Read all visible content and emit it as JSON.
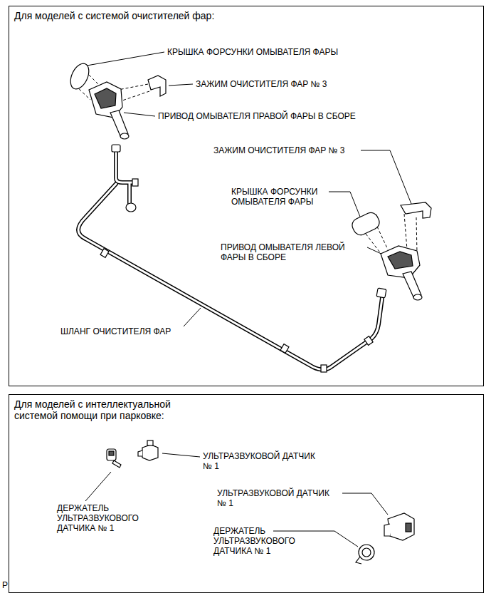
{
  "diagram": {
    "nodes": [
      {
        "text": [
          "Для моделей с системой очистителей фар:"
        ]
      },
      {
        "text": [
          "Для моделей с интеллектуальной системой помощи при парковке:"
        ]
      }
    ],
    "labels": [
      "КРЫШКА ФОРСУНКИ ОМЫВАТЕЛЯ ФАРЫ",
      "ЗАЖИМ ОЧИСТИТЕЛЯ ФАР № 3",
      "ПРИВОД ОМЫВАТЕЛЯ ПРАВОЙ ФАРЫ В СБОРЕ",
      "ЗАЖИМ ОЧИСТИТЕЛЯ ФАР № 3",
      "КРЫШКА ФОРСУНКИ ОМЫВАТЕЛЯ ФАРЫ",
      "ПРИВОД ОМЫВАТЕЛЯ ЛЕВОЙ ФАРЫ В СБОРЕ",
      "ШЛАНГ ОЧИСТИТЕЛЯ ФАР",
      "УЛЬТРАЗВУКОВОЙ ДАТЧИК № 1",
      "ДЕРЖАТЕЛЬ УЛЬТРАЗВУКОВОГО ДАТЧИКА № 1",
      "УЛЬТРАЗВУКОВОЙ ДАТЧИК № 1",
      "ДЕРЖАТЕЛЬ УЛЬТРАЗВУКОВОГО ДАТЧИКА № 1",
      "P"
    ]
  }
}
